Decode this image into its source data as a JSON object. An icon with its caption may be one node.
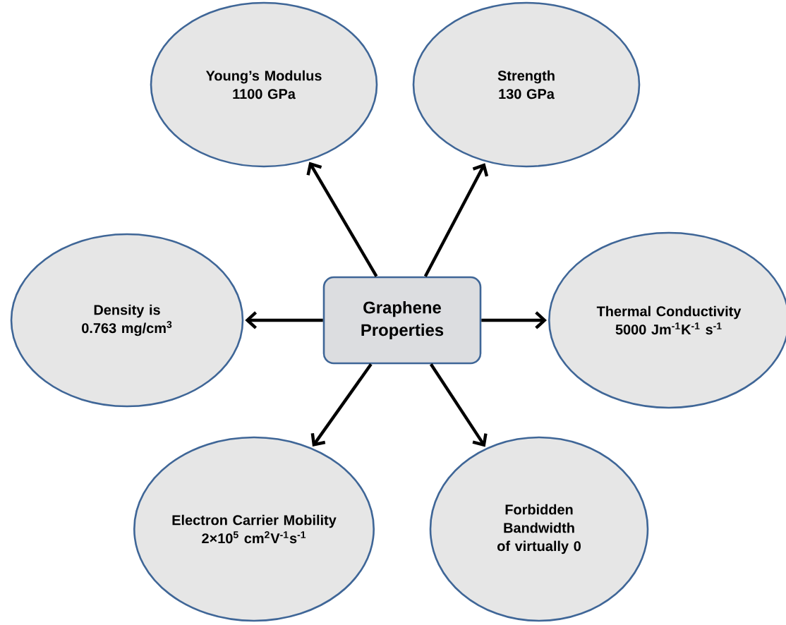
{
  "diagram": {
    "nodes": [
      {
        "text": [
          "Young’s Modulus 1100 GPa"
        ]
      },
      {
        "text": [
          "Strength 130 GPa"
        ]
      },
      {
        "text": [
          "Density is 0.763 mg/cm$^{3}$"
        ]
      },
      {
        "text": [
          "Graphene Properties"
        ]
      },
      {
        "text": [
          "Thermal Conductivity 5000 Jm$^{-1}$K$^{-1}$ s$^{-1}$"
        ]
      },
      {
        "text": [
          "Electron Carrier Mobility  2×10$^{5}$ cm$^{2}$V$^{-1}$s$^{-1}$"
        ]
      },
      {
        "text": [
          "Forbidden Bandwidth of virtually 0"
        ]
      }
    ],
    "edges": [
      {
        "from": 3,
        "to": 0,
        "arrow": "to"
      },
      {
        "from": 3,
        "to": 1,
        "arrow": "to"
      },
      {
        "from": 3,
        "to": 2,
        "arrow": "to"
      },
      {
        "from": 3,
        "to": 4,
        "arrow": "to"
      },
      {
        "from": 3,
        "to": 5,
        "arrow": "to"
      },
      {
        "from": 3,
        "to": 6,
        "arrow": "to"
      }
    ]
  }
}
